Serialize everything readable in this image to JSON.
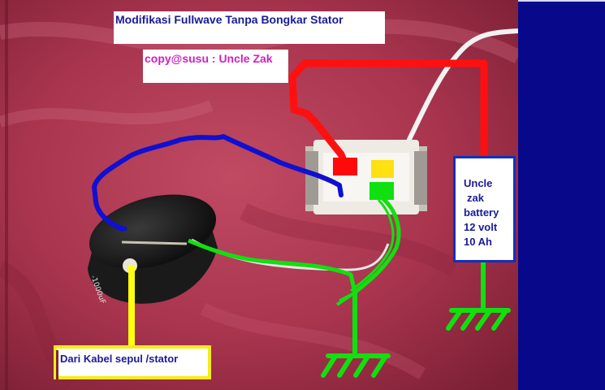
{
  "title": "Modifikasi Fullwave Tanpa Bongkar Stator",
  "credit": "copy@susu : Uncle Zak",
  "battery_label": [
    "Uncle",
    "zak",
    "battery",
    "12 volt",
    "10 Ah"
  ],
  "source_label": "Dari Kabel sepul /stator",
  "colors": {
    "positive_wire": "#ff1010",
    "ground_wire": "#10e010",
    "stator_wire": "#1010d0",
    "source_wire": "#ffff10",
    "terminal_red": "#ff0a0a",
    "terminal_yellow": "#ffe010",
    "terminal_green": "#10e010"
  },
  "icons": [
    "ground-symbol-icon",
    "ground-symbol-icon"
  ]
}
